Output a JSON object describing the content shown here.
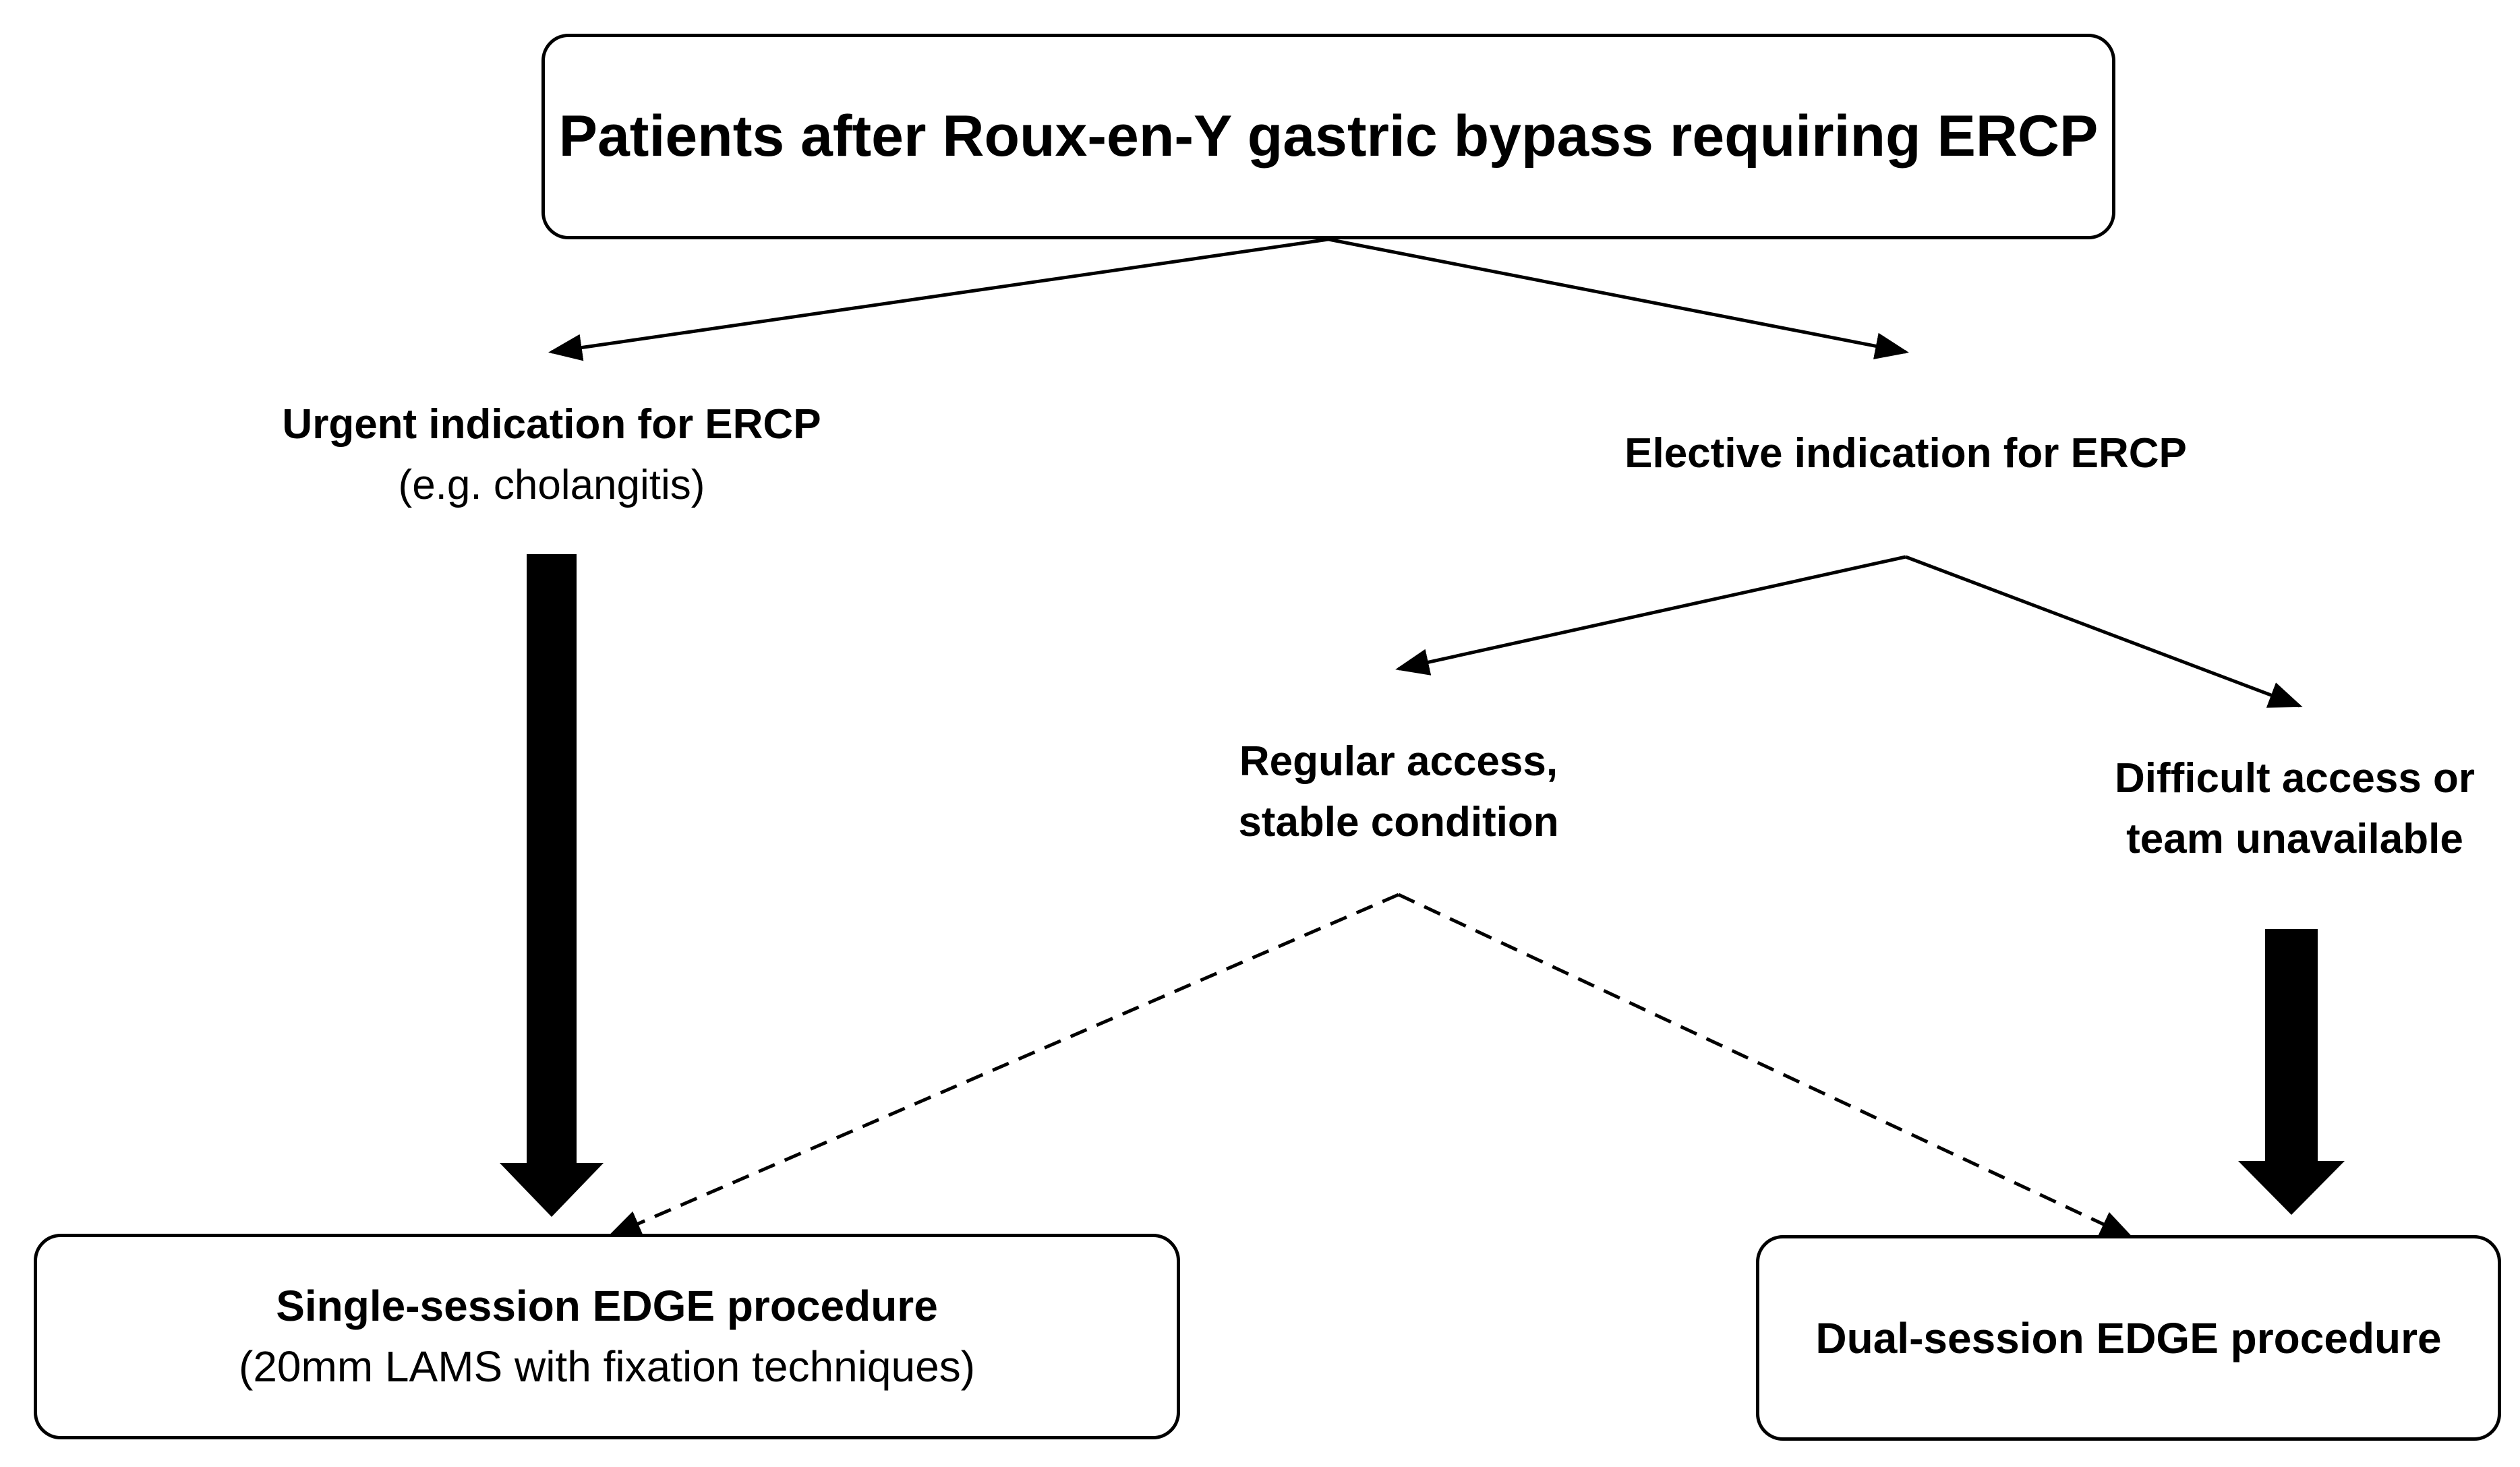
{
  "diagram": {
    "root": {
      "title": "Patients after Roux-en-Y gastric bypass requiring ERCP"
    },
    "urgent": {
      "title": "Urgent indication for ERCP",
      "subtitle": "(e.g. cholangitis)"
    },
    "elective": {
      "title": "Elective indication for ERCP"
    },
    "regular": {
      "line1": "Regular access,",
      "line2": "stable condition"
    },
    "difficult": {
      "line1": "Difficult access or",
      "line2": "team unavailable"
    },
    "single_session": {
      "title": "Single-session EDGE procedure",
      "subtitle": "(20mm LAMS with fixation techniques)"
    },
    "dual_session": {
      "title": "Dual-session EDGE procedure"
    }
  }
}
